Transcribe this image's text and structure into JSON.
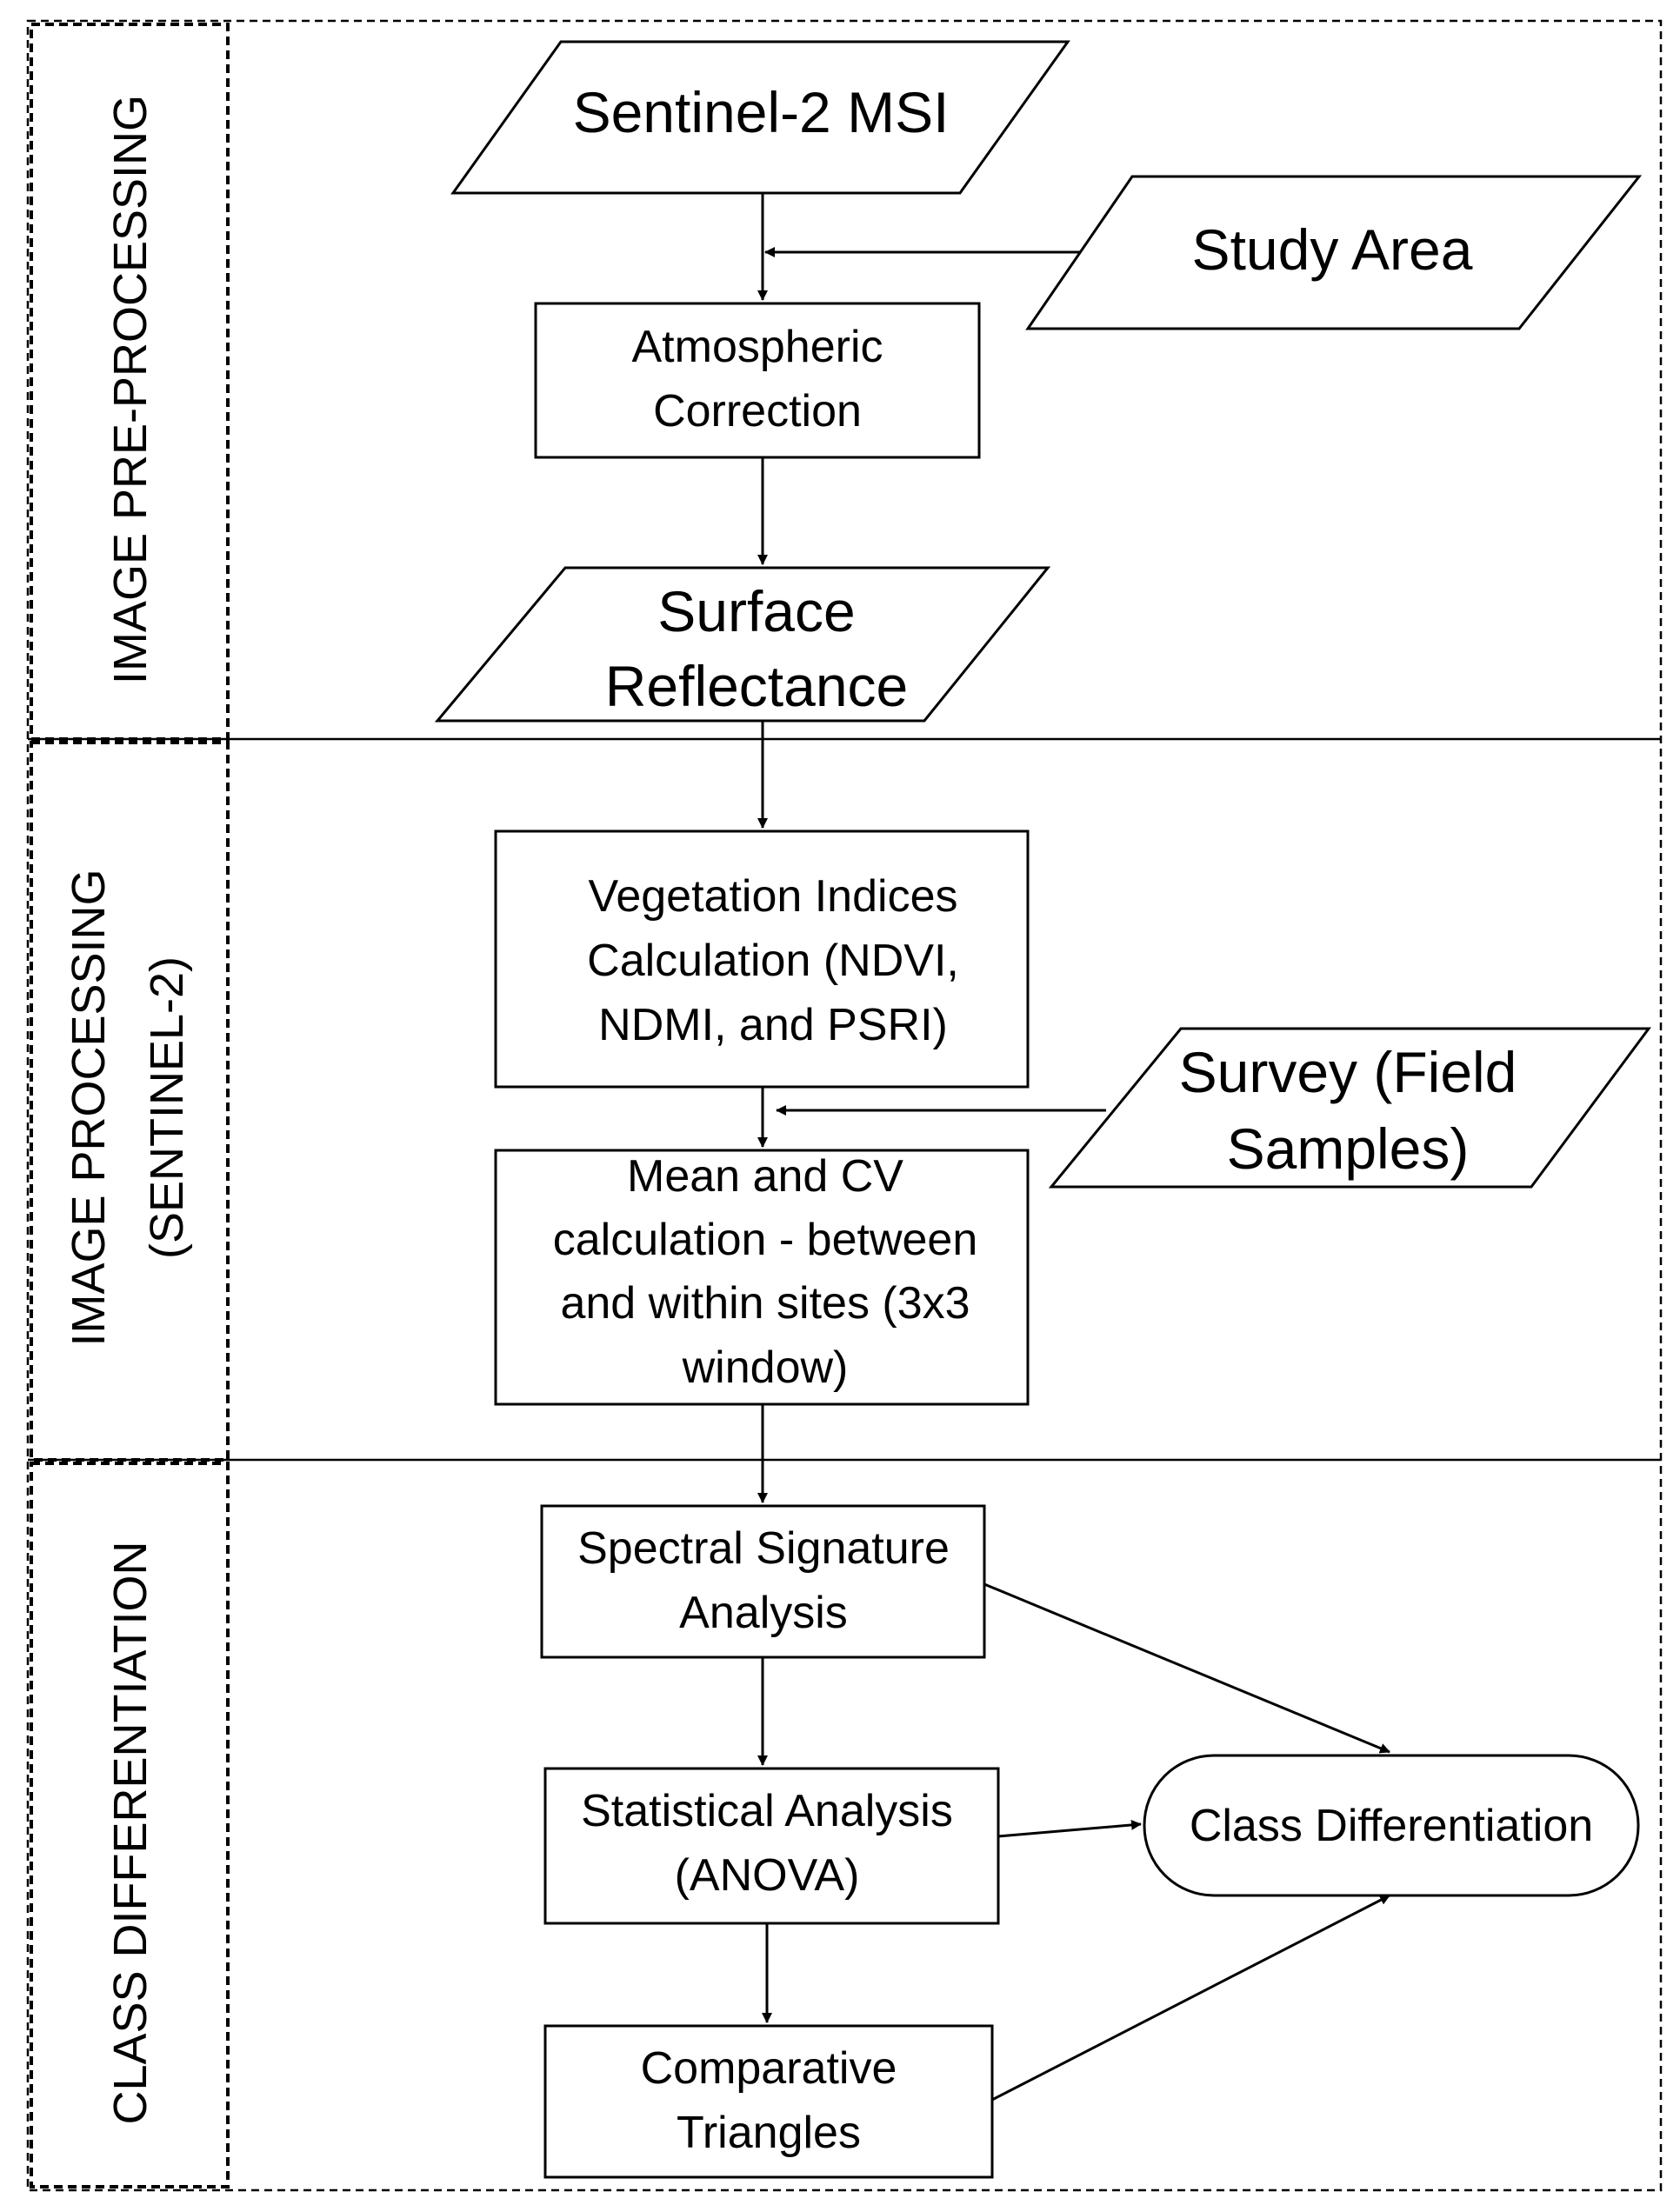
{
  "sections": {
    "pre_processing": "IMAGE PRE-PROCESSING",
    "processing_line1": "IMAGE PROCESSING",
    "processing_line2": "(SENTINEL-2)",
    "class_differentiation": "CLASS DIFFERENTIATION"
  },
  "nodes": {
    "sentinel": "Sentinel-2 MSI",
    "study_area": "Study Area",
    "atmospheric_line1": "Atmospheric",
    "atmospheric_line2": "Correction",
    "surface_line1": "Surface",
    "surface_line2": "Reflectance",
    "veg_line1": "Vegetation Indices",
    "veg_line2": "Calculation (NDVI,",
    "veg_line3": "NDMI, and PSRI)",
    "survey_line1": "Survey (Field",
    "survey_line2": "Samples)",
    "mean_line1": "Mean and CV",
    "mean_line2": "calculation - between",
    "mean_line3": "and within sites (3x3",
    "mean_line4": "window)",
    "spectral_line1": "Spectral Signature",
    "spectral_line2": "Analysis",
    "statistical_line1": "Statistical Analysis",
    "statistical_line2": "(ANOVA)",
    "comparative_line1": "Comparative",
    "comparative_line2": "Triangles",
    "class_diff": "Class Differentiation"
  }
}
